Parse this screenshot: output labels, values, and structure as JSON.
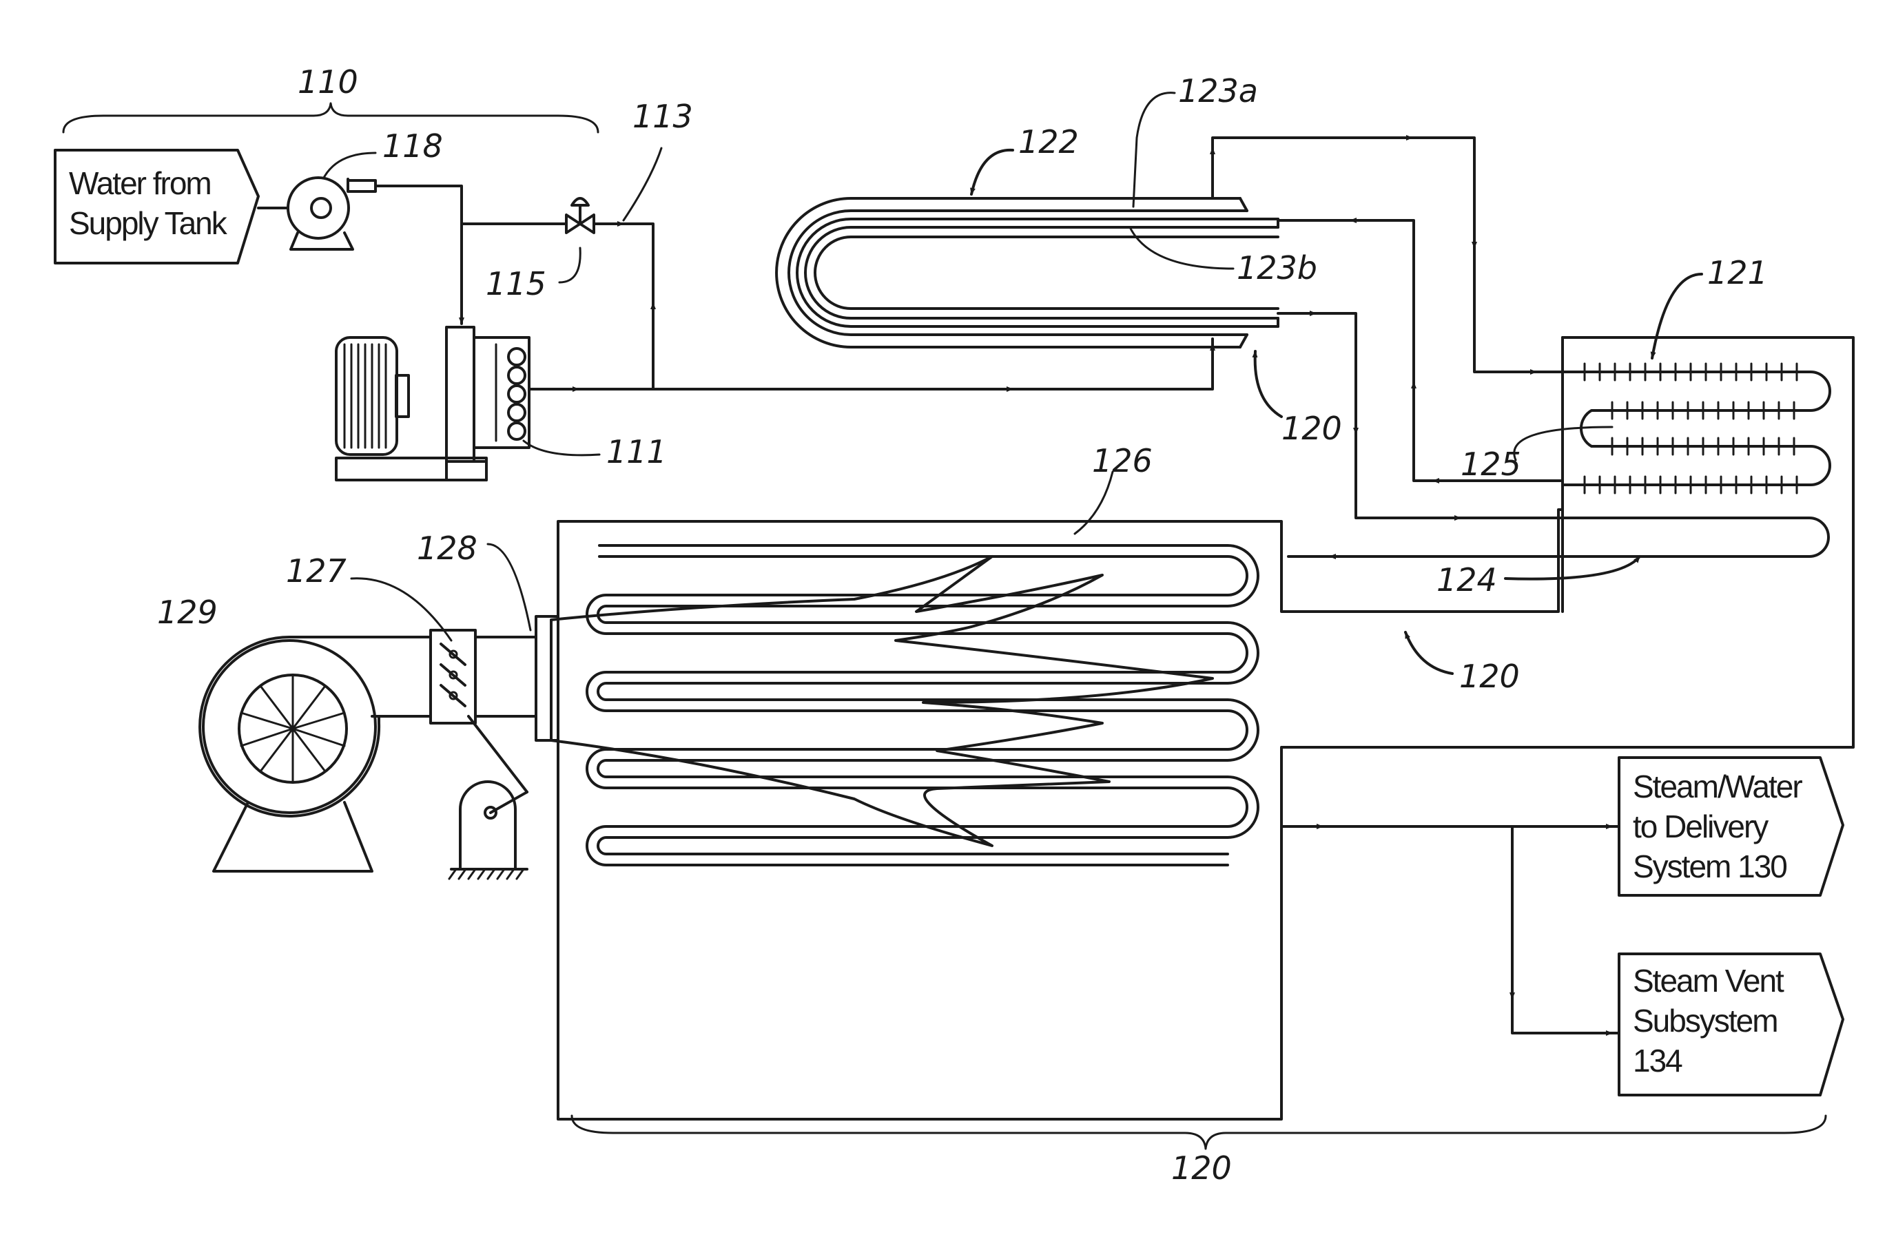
{
  "labels": {
    "water_source_line1": "Water from",
    "water_source_line2": "Supply Tank",
    "delivery_line1": "Steam/Water",
    "delivery_line2": "to Delivery",
    "delivery_line3": "System 130",
    "vent_line1": "Steam Vent",
    "vent_line2": "Subsystem",
    "vent_line3": "134"
  },
  "refs": {
    "r110": "110",
    "r118": "118",
    "r113": "113",
    "r115": "115",
    "r111": "111",
    "r122": "122",
    "r123a": "123a",
    "r123b": "123b",
    "r121": "121",
    "r120_top": "120",
    "r125": "125",
    "r126": "126",
    "r124": "124",
    "r120_mid": "120",
    "r128": "128",
    "r127": "127",
    "r129": "129",
    "r120_bottom": "120"
  }
}
